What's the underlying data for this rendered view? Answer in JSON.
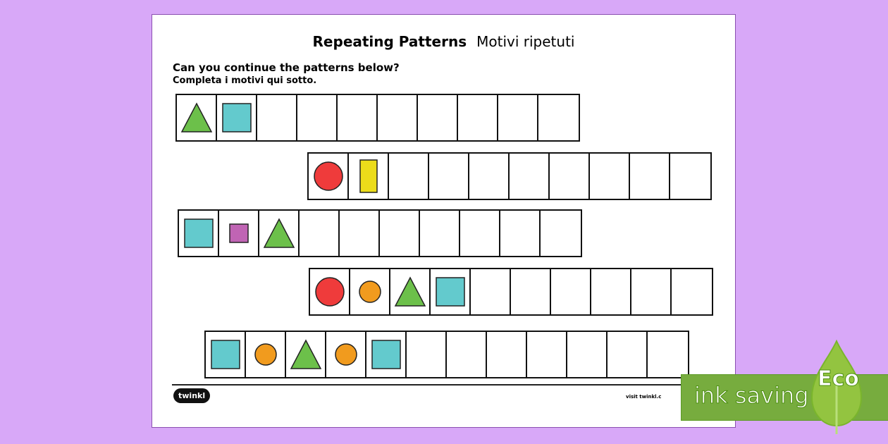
{
  "title": {
    "english": "Repeating Patterns",
    "italian": "Motivi ripetuti"
  },
  "instructions": {
    "english": "Can you continue the patterns below?",
    "italian": "Completa i motivi qui sotto."
  },
  "colors": {
    "green": "#6cc04a",
    "teal": "#63cacd",
    "red": "#ef3b3b",
    "yellow": "#ecdc1a",
    "purple": "#c064b4",
    "orange": "#f19b1e"
  },
  "rows": [
    {
      "cells": 10,
      "shapes": [
        "green-triangle",
        "teal-square"
      ]
    },
    {
      "cells": 10,
      "shapes": [
        "red-circle",
        "yellow-rectangle"
      ]
    },
    {
      "cells": 10,
      "shapes": [
        "teal-square",
        "purple-small-square",
        "green-triangle"
      ]
    },
    {
      "cells": 10,
      "shapes": [
        "red-circle",
        "orange-small-circle",
        "green-triangle",
        "teal-square"
      ]
    },
    {
      "cells": 12,
      "shapes": [
        "teal-square",
        "orange-small-circle",
        "green-triangle",
        "orange-small-circle",
        "teal-square"
      ]
    }
  ],
  "footer": {
    "logo": "twinkl",
    "visit": "visit twinkl.c"
  },
  "badge": {
    "label": "ink saving",
    "eco": "Eco"
  }
}
